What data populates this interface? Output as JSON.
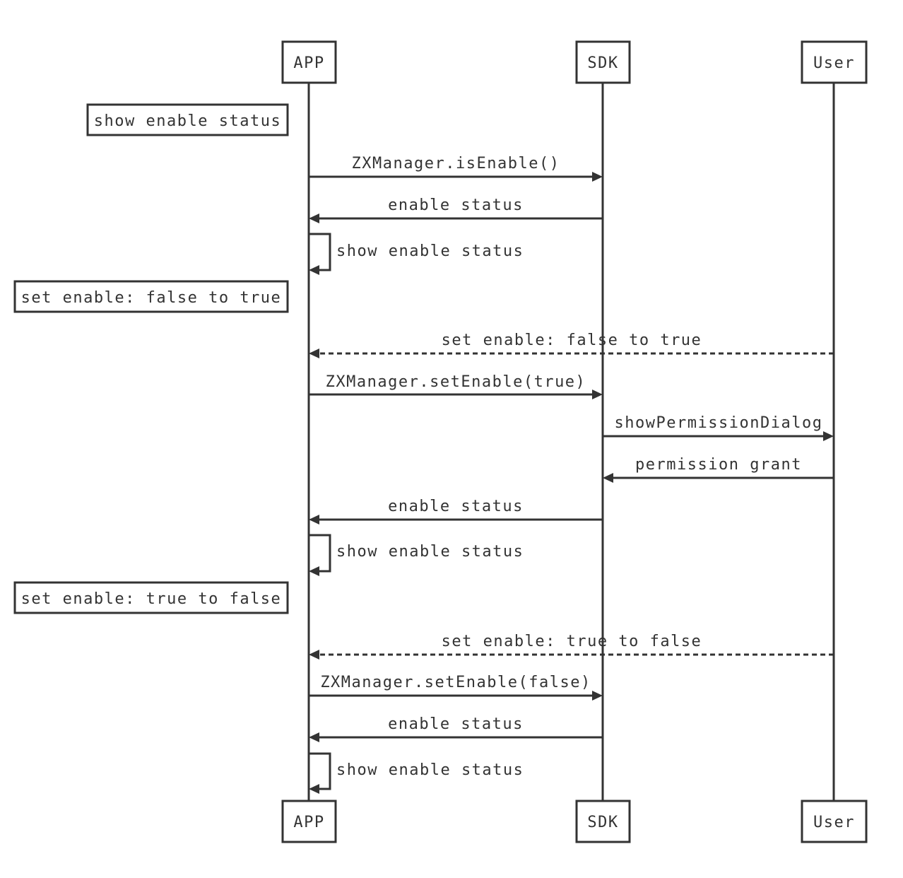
{
  "participants": [
    {
      "id": "app",
      "name": "APP"
    },
    {
      "id": "sdk",
      "name": "SDK"
    },
    {
      "id": "user",
      "name": "User"
    }
  ],
  "notes": [
    {
      "text": "show enable status"
    },
    {
      "text": "set enable: false to true"
    },
    {
      "text": "set enable: true to false"
    }
  ],
  "messages": [
    {
      "text": "ZXManager.isEnable()",
      "from": "APP",
      "to": "SDK",
      "style": "solid"
    },
    {
      "text": "enable status",
      "from": "SDK",
      "to": "APP",
      "style": "solid"
    },
    {
      "text": "show enable status",
      "from": "APP",
      "to": "APP",
      "style": "self"
    },
    {
      "text": "set enable: false to true",
      "from": "User",
      "to": "APP",
      "style": "dashed"
    },
    {
      "text": "ZXManager.setEnable(true)",
      "from": "APP",
      "to": "SDK",
      "style": "solid"
    },
    {
      "text": "showPermissionDialog",
      "from": "SDK",
      "to": "User",
      "style": "solid"
    },
    {
      "text": "permission grant",
      "from": "User",
      "to": "SDK",
      "style": "solid"
    },
    {
      "text": "enable status",
      "from": "SDK",
      "to": "APP",
      "style": "solid"
    },
    {
      "text": "show enable status",
      "from": "APP",
      "to": "APP",
      "style": "self"
    },
    {
      "text": "set enable: true to false",
      "from": "User",
      "to": "APP",
      "style": "dashed"
    },
    {
      "text": "ZXManager.setEnable(false)",
      "from": "APP",
      "to": "SDK",
      "style": "solid"
    },
    {
      "text": "enable status",
      "from": "SDK",
      "to": "APP",
      "style": "solid"
    },
    {
      "text": "show enable status",
      "from": "APP",
      "to": "APP",
      "style": "self"
    }
  ],
  "colors": {
    "stroke": "#333333",
    "background": "#ffffff"
  }
}
